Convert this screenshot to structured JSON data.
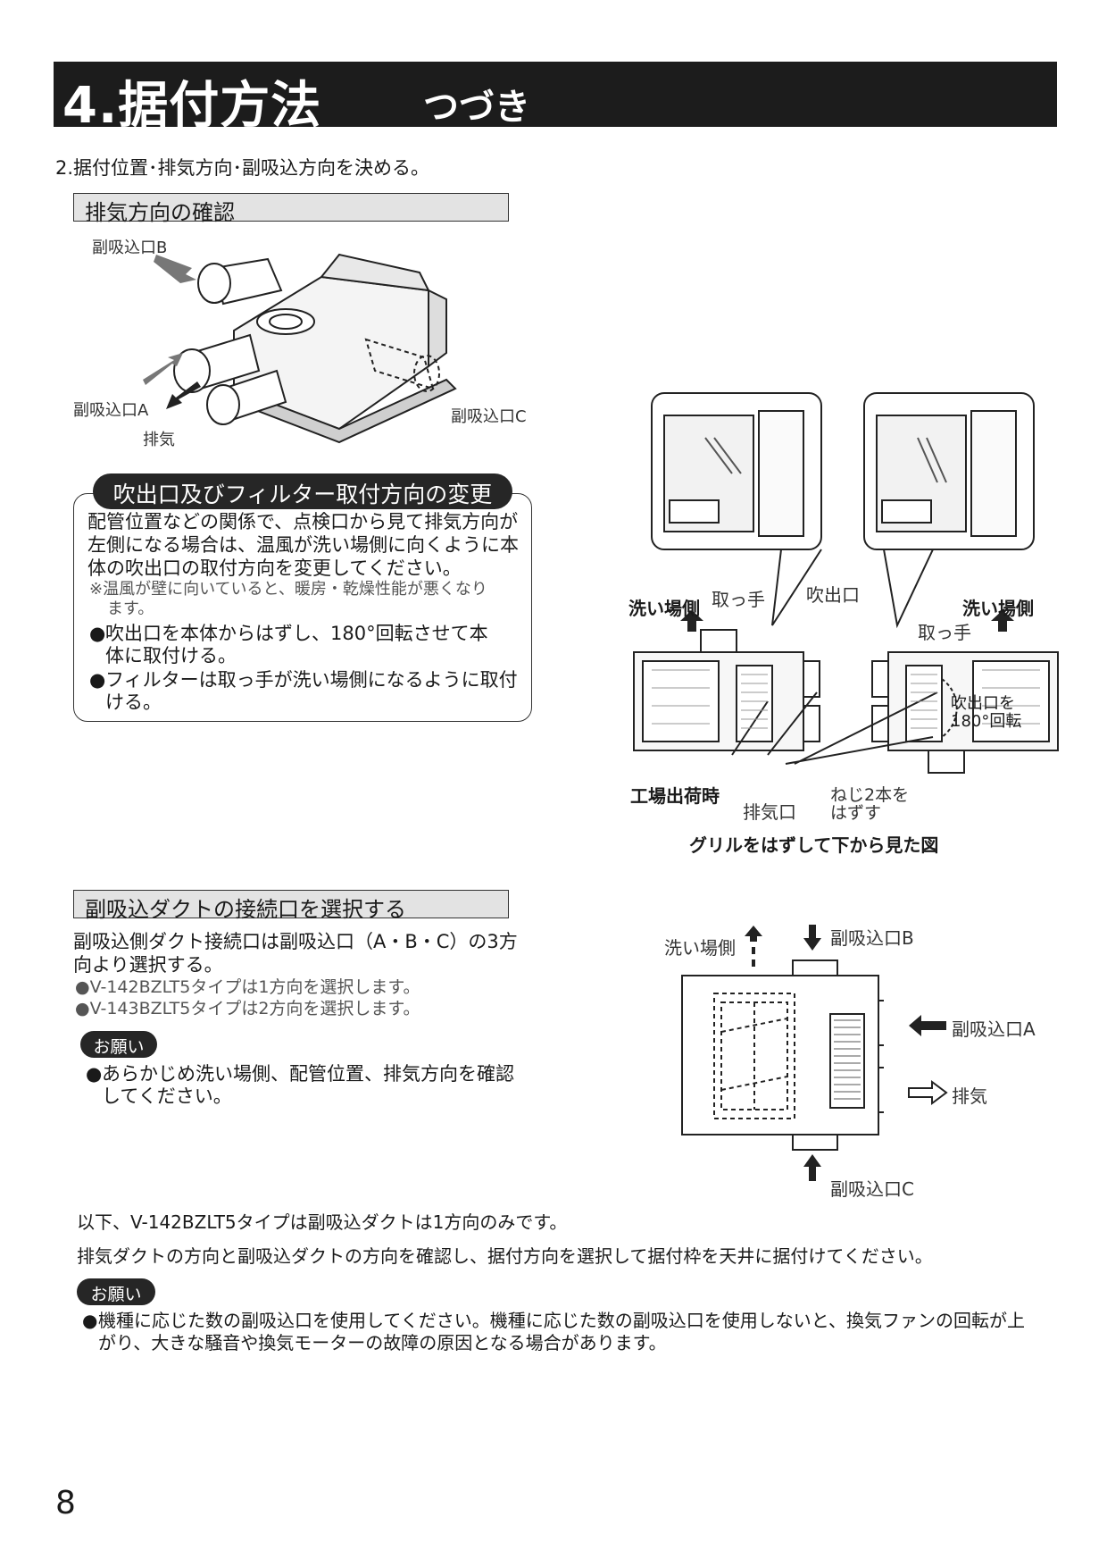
{
  "header": {
    "title": "4.据付方法",
    "subtitle": "つづき"
  },
  "step": "2.据付位置･排気方向･副吸込方向を決める。",
  "section1": {
    "heading": "排気方向の確認",
    "labels": {
      "port_b": "副吸込口B",
      "port_a": "副吸込口A",
      "exhaust": "排気",
      "port_c": "副吸込口C"
    }
  },
  "change_box": {
    "title": "吹出口及びフィルター取付方向の変更",
    "body_lines": [
      "配管位置などの関係で、点検口から見て排気方向が",
      "左側になる場合は、温風が洗い場側に向くように本",
      "体の吹出口の取付方向を変更してください。"
    ],
    "note_lines": [
      "※温風が壁に向いていると、暖房・乾燥性能が悪くなり",
      "ます。"
    ],
    "bullets": [
      {
        "mark": "●",
        "lines": [
          "吹出口を本体からはずし、180°回転させて本",
          "体に取付ける。"
        ]
      },
      {
        "mark": "●",
        "lines": [
          "フィルターは取っ手が洗い場側になるように取付",
          "ける。"
        ]
      }
    ]
  },
  "grille_figure": {
    "wash_side_left": "洗い場側",
    "handle_left": "取っ手",
    "outlet": "吹出口",
    "wash_side_right": "洗い場側",
    "handle_right": "取っ手",
    "rotate_lines": [
      "吹出口を",
      "180°回転"
    ],
    "factory": "工場出荷時",
    "exhaust_port": "排気口",
    "screws_lines": [
      "ねじ2本を",
      "はずす"
    ],
    "caption": "グリルをはずして下から見た図"
  },
  "section2": {
    "heading": "副吸込ダクトの接続口を選択する",
    "intro_lines": [
      "副吸込側ダクト接続口は副吸込口（A・B・C）の3方",
      "向より選択する。"
    ],
    "types": [
      {
        "mark": "●",
        "text": "V-142BZLT5タイプは1方向を選択します。"
      },
      {
        "mark": "●",
        "text": "V-143BZLT5タイプは2方向を選択します。"
      }
    ],
    "request_badge": "お願い",
    "request_bullet": {
      "mark": "●",
      "lines": [
        "あらかじめ洗い場側、配管位置、排気方向を確認",
        "してください。"
      ]
    }
  },
  "duct_figure": {
    "wash_side": "洗い場側",
    "port_b": "副吸込口B",
    "port_a": "副吸込口A",
    "exhaust": "排気",
    "port_c": "副吸込口C"
  },
  "footer_notes": [
    "以下、V-142BZLT5タイプは副吸込ダクトは1方向のみです。",
    "排気ダクトの方向と副吸込ダクトの方向を確認し、据付方向を選択して据付枠を天井に据付けてください。"
  ],
  "request2": {
    "badge": "お願い",
    "mark": "●",
    "lines": [
      "機種に応じた数の副吸込口を使用してください。機種に応じた数の副吸込口を使用しないと、換気ファンの回転が上",
      "がり、大きな騒音や換気モーターの故障の原因となる場合があります。"
    ]
  },
  "page_number": "8"
}
